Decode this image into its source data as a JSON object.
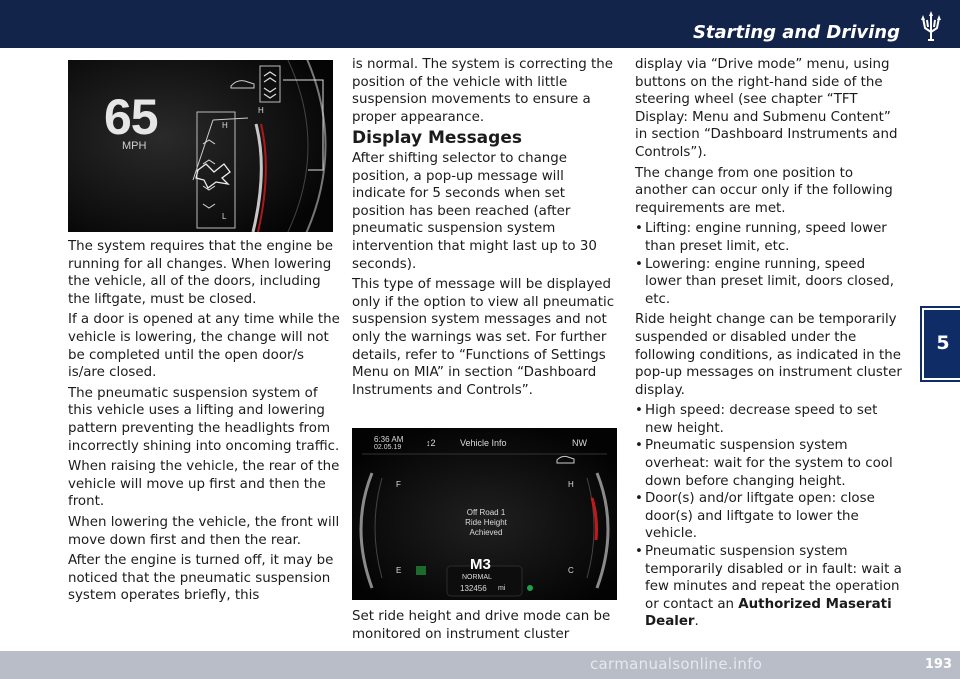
{
  "header": {
    "title": "Starting and Driving",
    "logo_icon": "trident-icon"
  },
  "chapter": "5",
  "footer": {
    "page_number": "193",
    "watermark": "carmanualsonline.info"
  },
  "figure1": {
    "speed": "65",
    "unit": "MPH",
    "level_high": "H",
    "level_low": "L"
  },
  "figure2": {
    "time": "6:36 AM",
    "date": "02.05.19",
    "gear_display": "↕2",
    "title": "Vehicle Info",
    "heading": "NW",
    "message": [
      "Off Road 1",
      "Ride Height",
      "Achieved"
    ],
    "mode": "M3",
    "drive_mode": "NORMAL",
    "odometer": "132456",
    "odo_unit": "mi",
    "gauge_f": "F",
    "gauge_e": "E",
    "gauge_h": "H",
    "gauge_c": "C"
  },
  "col1": {
    "p1": "The system requires that the engine be running for all changes. When lowering the vehicle, all of the doors, including the liftgate, must be closed.",
    "p2": "If a door is opened at any time while the vehicle is lowering, the change will not be completed until the open door/s is/are closed.",
    "p3": "The pneumatic suspension system of this vehicle uses a lifting and lowering pattern preventing the headlights from incorrectly shining into oncoming traffic.",
    "p4": "When raising the vehicle, the rear of the vehicle will move up first and then the front.",
    "p5": "When lowering the vehicle, the front will move down first and then the rear.",
    "p6": "After the engine is turned off, it may be noticed that the pneumatic suspension system operates briefly, this"
  },
  "col2": {
    "p1": "is normal. The system is correcting the position of the vehicle with little suspension movements to ensure a proper appearance.",
    "heading": "Display Messages",
    "p2": "After shifting selector to change position, a pop-up message will indicate for 5 seconds when set position has been reached (after pneumatic suspension system intervention that might last up to 30 seconds).",
    "p3": "This type of message will be displayed only if the option to view all pneumatic suspension system messages and not only the warnings was set. For further details, refer to “Functions of Settings Menu on MIA” in section “Dashboard Instruments and Controls”.",
    "p4": "Set ride height and drive mode can be monitored on instrument cluster"
  },
  "col3": {
    "p1": "display via “Drive mode” menu, using buttons on the right-hand side of the steering wheel (see chapter “TFT Display: Menu and Submenu Content” in section “Dashboard Instruments and Controls”).",
    "p2": "The change from one position to another can occur only if the following requirements are met.",
    "list1": [
      "Lifting: engine running, speed lower than preset limit, etc.",
      "Lowering: engine running, speed lower than preset limit, doors closed, etc."
    ],
    "p3": "Ride height change can be temporarily suspended or disabled under the following conditions, as indicated in the pop-up messages on instrument cluster display.",
    "list2": [
      "High speed: decrease speed to set new height.",
      "Pneumatic suspension system overheat: wait for the system to cool down before changing height.",
      "Door(s) and/or liftgate open: close door(s) and liftgate to lower the vehicle."
    ],
    "last_item": "Pneumatic suspension system temporarily disabled or in fault: wait a few minutes and repeat the operation or contact an ",
    "last_item_bold": "Authorized Maserati Dealer",
    "last_item_end": "."
  }
}
